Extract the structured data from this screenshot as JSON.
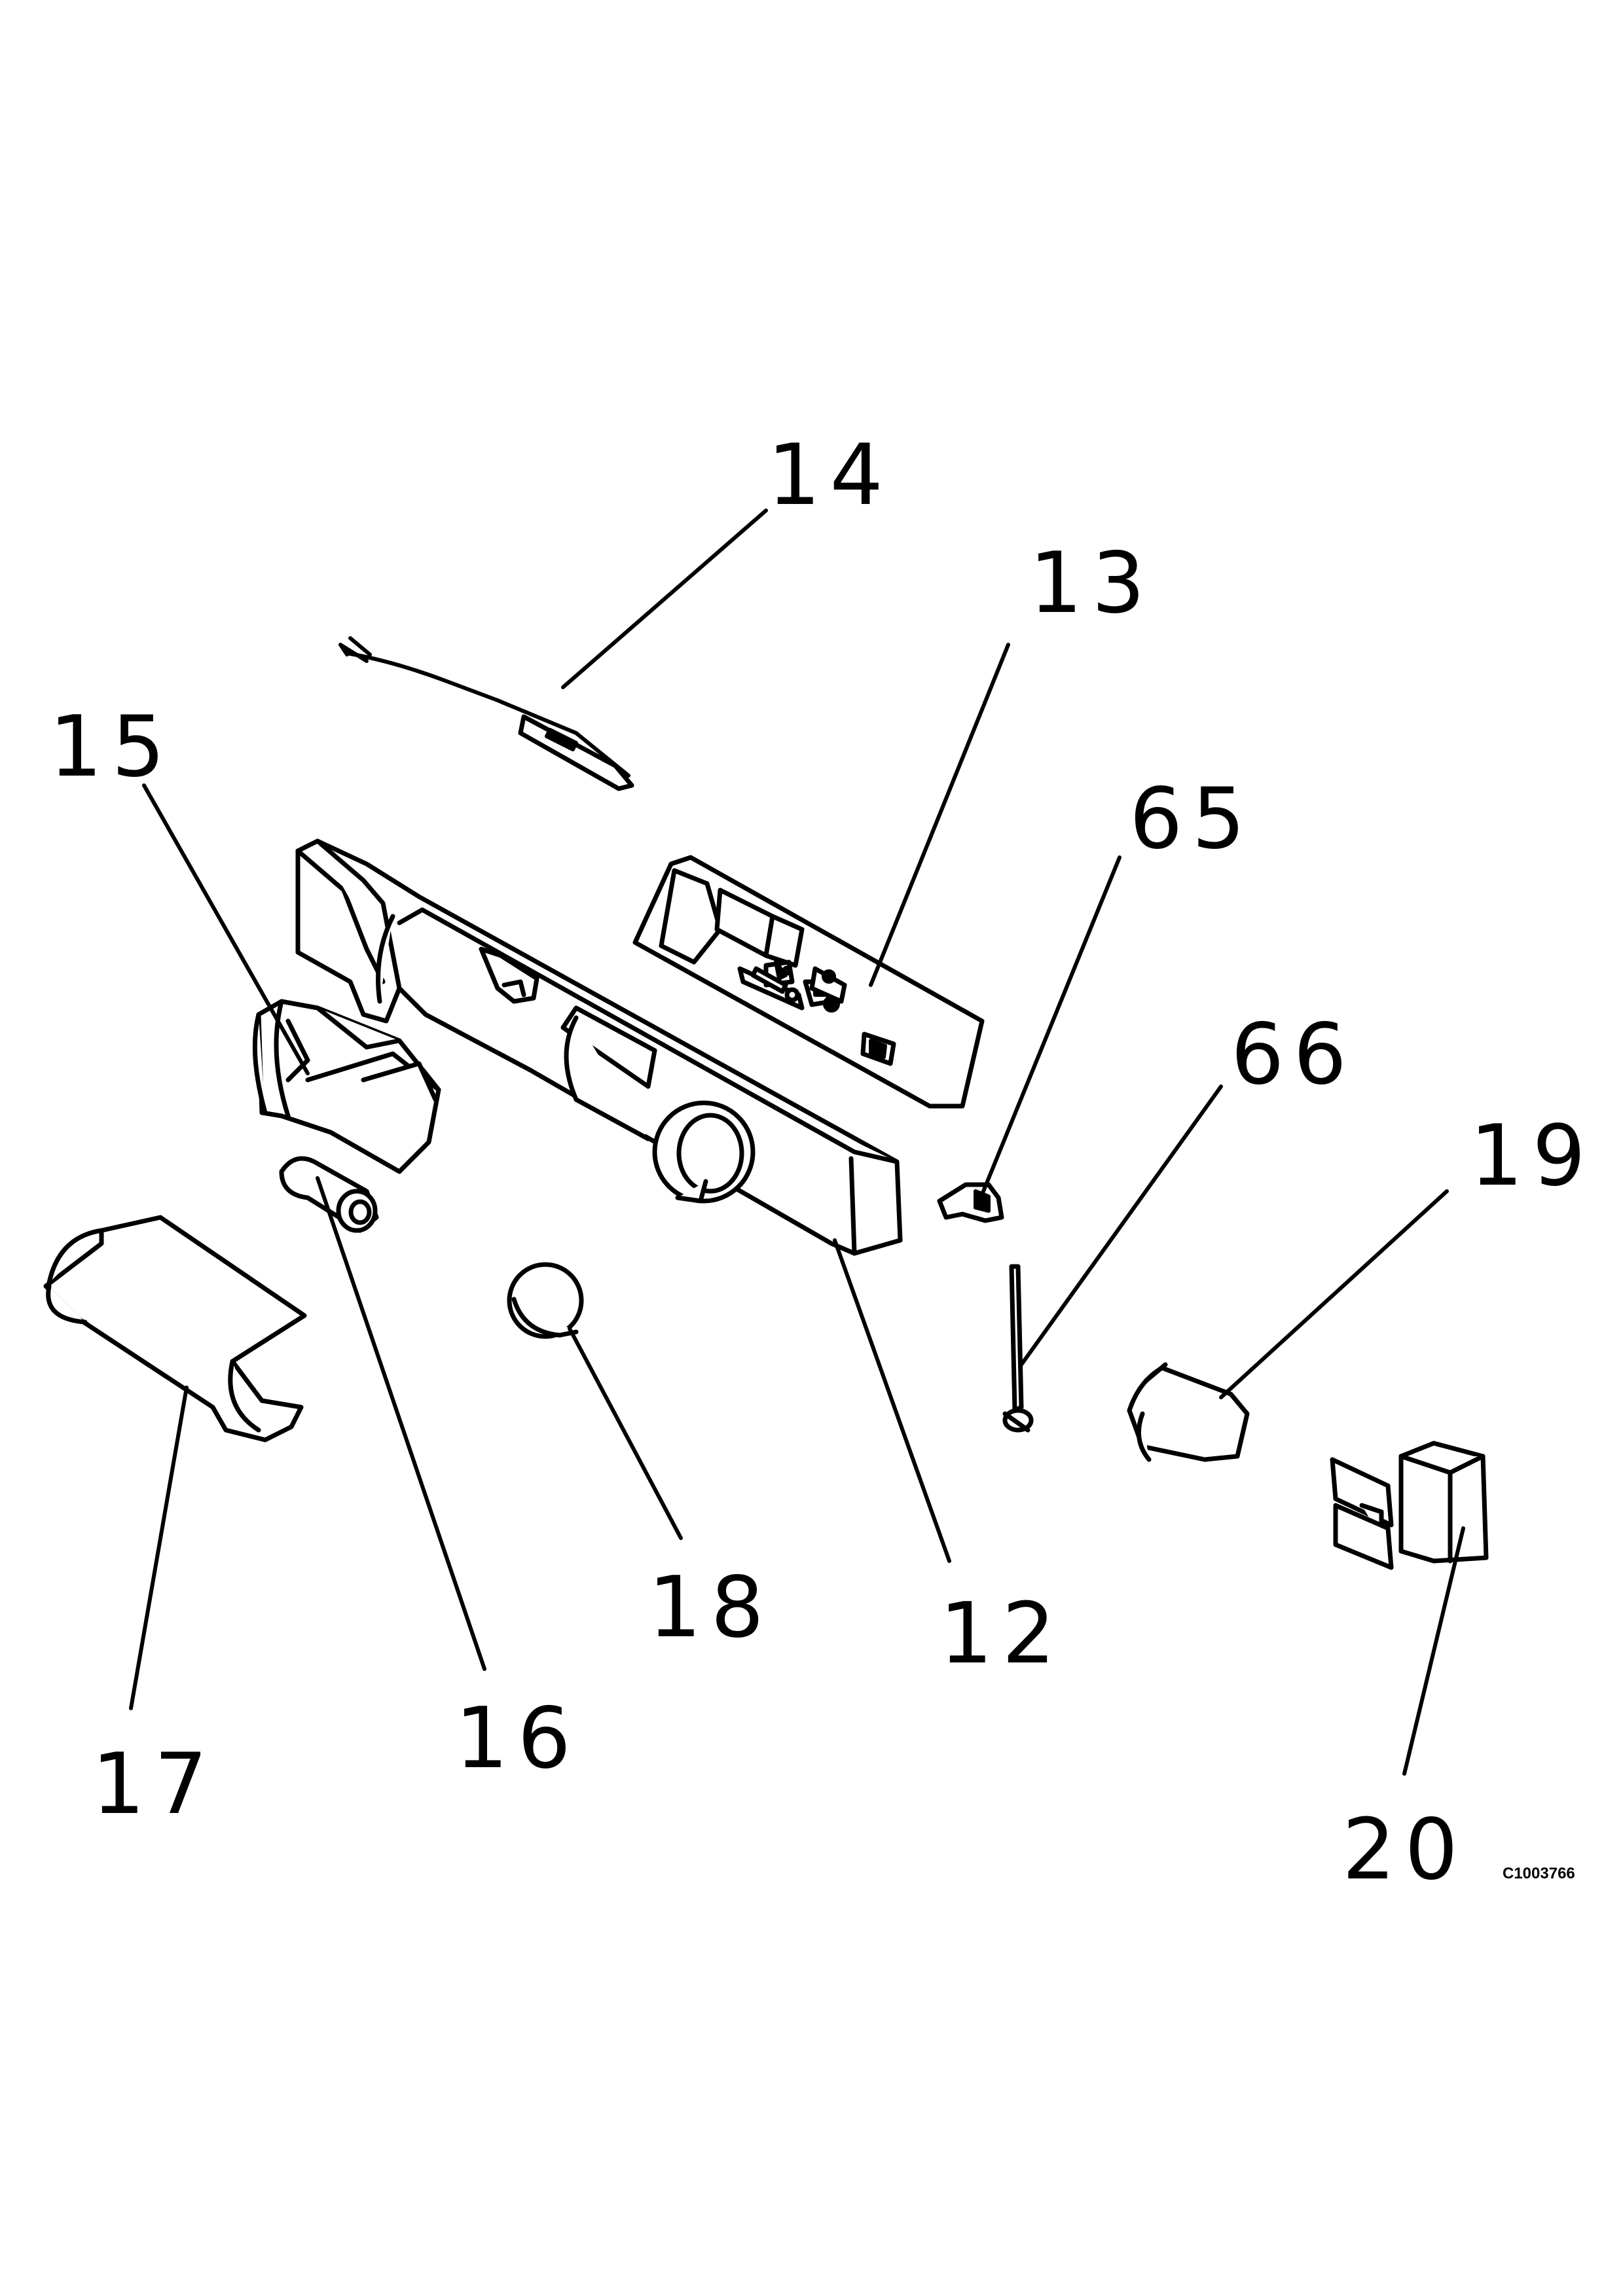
{
  "callouts": {
    "c14": "14",
    "c13": "13",
    "c15": "15",
    "c65": "65",
    "c66": "66",
    "c19": "19",
    "c18": "18",
    "c12": "12",
    "c16": "16",
    "c17": "17",
    "c20": "20"
  },
  "reference_code": "C1003766",
  "colors": {
    "ink": "#000000",
    "paper": "#ffffff"
  }
}
